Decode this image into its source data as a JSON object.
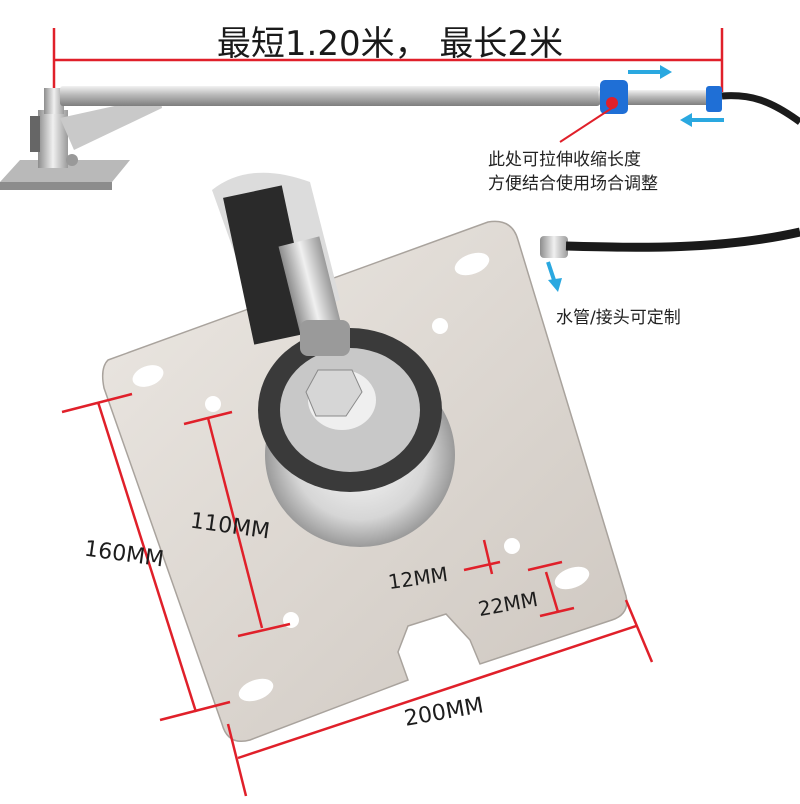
{
  "title": "最短1.20米， 最长2米",
  "notes": {
    "telescopic_line1": "此处可拉伸收缩长度",
    "telescopic_line2": "方便结合使用场合调整",
    "hose": "水管/接头可定制"
  },
  "dimensions": {
    "hole_spacing": "110MM",
    "plate_height": "160MM",
    "slot_width": "12MM",
    "slot_length": "22MM",
    "plate_width": "200MM"
  },
  "colors": {
    "dimension_line": "#e0202a",
    "arrow": "#2aa8e0",
    "clamp": "#1f6fd6",
    "plate": "#d8d2cb"
  }
}
